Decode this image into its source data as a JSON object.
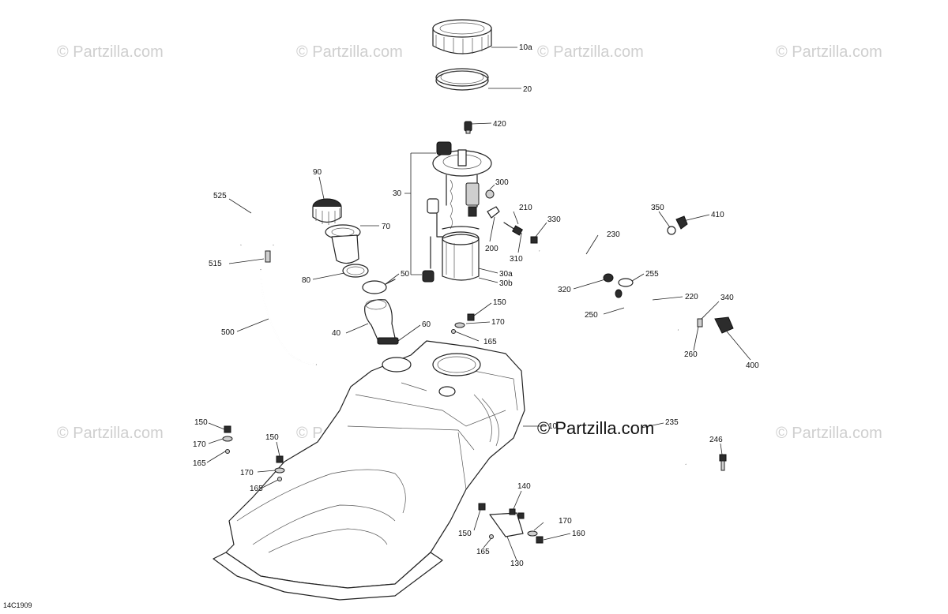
{
  "watermark": {
    "text": "© Partzilla.com",
    "main_text": "© Partzilla.com"
  },
  "drawing_id": "14C1909",
  "callouts": {
    "c10a": "10a",
    "c20": "20",
    "c420": "420",
    "c90": "90",
    "c525": "525",
    "c30": "30",
    "c300": "300",
    "c210": "210",
    "c330": "330",
    "c350": "350",
    "c410": "410",
    "c70": "70",
    "c230": "230",
    "c515": "515",
    "c200": "200",
    "c310": "310",
    "c80": "80",
    "c50": "50",
    "c30a": "30a",
    "c30b": "30b",
    "c255": "255",
    "c320": "320",
    "c220": "220",
    "c340": "340",
    "c150a": "150",
    "c250": "250",
    "c40": "40",
    "c60": "60",
    "c170a": "170",
    "c500": "500",
    "c165a": "165",
    "c260": "260",
    "c400": "400",
    "c10": "10",
    "c235": "235",
    "c150b": "150",
    "c150c": "150",
    "c246": "246",
    "c170b": "170",
    "c165b": "165",
    "c170c": "170",
    "c165c": "165",
    "c140": "140",
    "c170d": "170",
    "c150d": "150",
    "c160": "160",
    "c165d": "165",
    "c130": "130"
  }
}
